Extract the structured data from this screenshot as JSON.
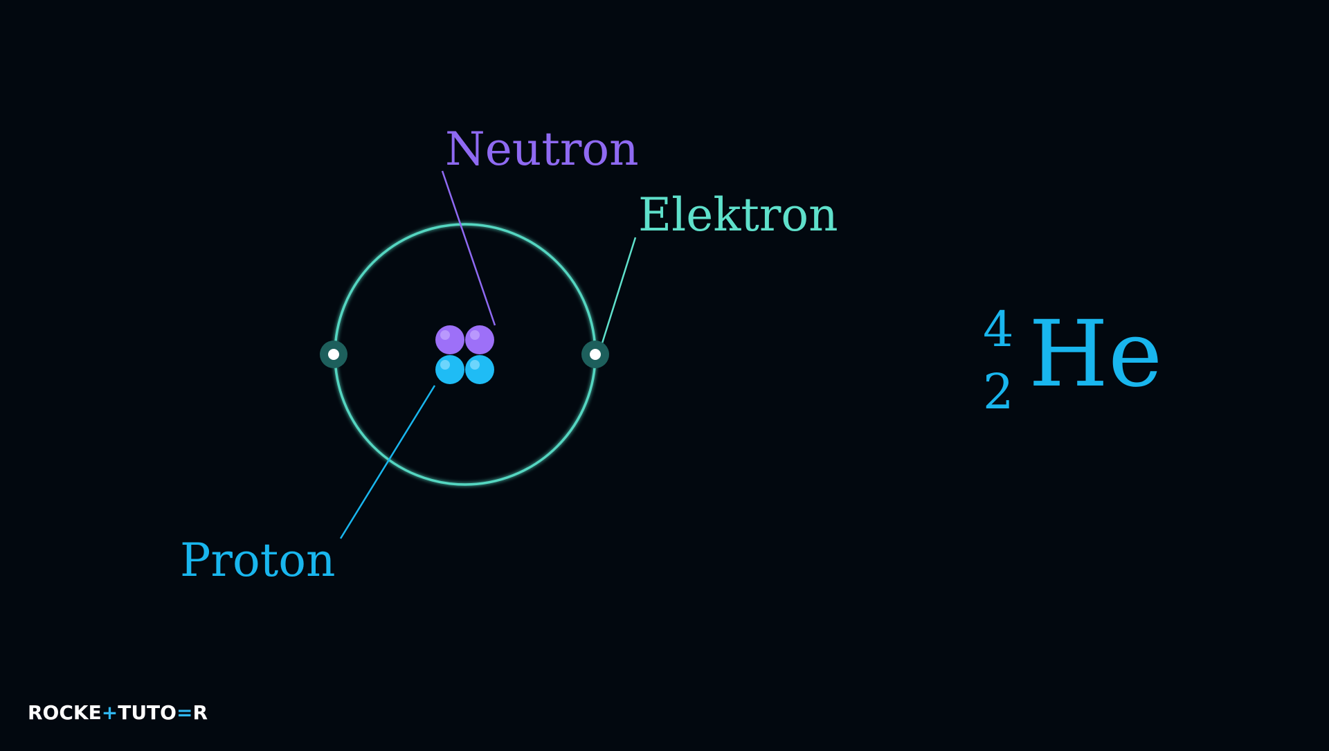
{
  "colors": {
    "background": "#02080f",
    "neutron": "#8f6af2",
    "neutron_ball": "#9d70f8",
    "proton": "#19b6ee",
    "proton_ball": "#1fbcf5",
    "electron": "#5fe0cb",
    "orbit": "#55d6c1",
    "electron_halo": "#1d5f5c",
    "logo": "#ffffff",
    "logo_accent": "#2fb6f0"
  },
  "labels": {
    "neutron": "Neutron",
    "electron": "Elektron",
    "proton": "Proton"
  },
  "isotope": {
    "mass_number": "4",
    "atomic_number": "2",
    "symbol": "He"
  },
  "logo": {
    "part1": "ROCKE",
    "accent": "+",
    "part2": "TUTO",
    "accent2": "=",
    "part3": "R"
  }
}
